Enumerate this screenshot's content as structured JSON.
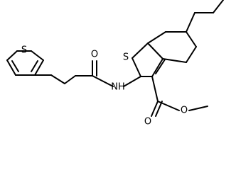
{
  "molecule": {
    "atom_labels": {
      "thiophene_s": "S",
      "benzothiophene_s": "S",
      "amide_o": "O",
      "amide_nh": "NH",
      "ester_carbonyl_o": "O",
      "ester_ether_o": "O"
    }
  }
}
